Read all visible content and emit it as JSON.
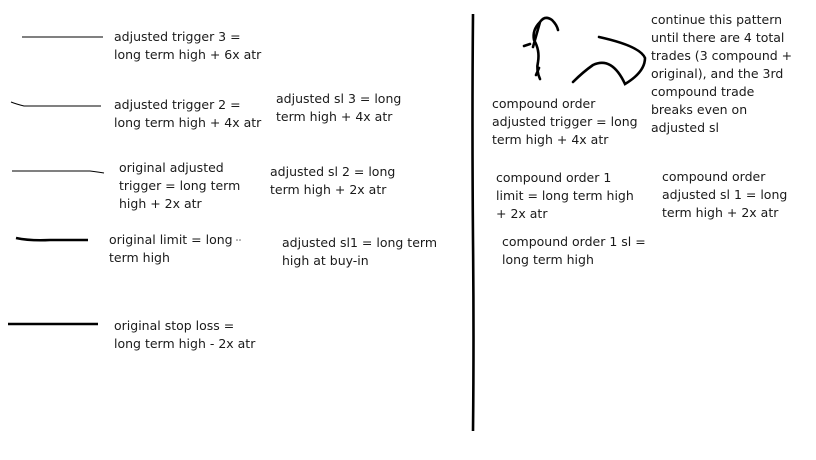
{
  "left": {
    "trigger3": "adjusted trigger 3 =\nlong term high + 6x atr",
    "trigger2": "adjusted trigger 2 =\nlong term high + 4x atr",
    "orig_trigger": "original adjusted\ntrigger = long term\nhigh + 2x atr",
    "orig_limit": "original limit = long\nterm high",
    "orig_sl": "original stop loss =\nlong term high - 2x atr"
  },
  "middle": {
    "sl3": "adjusted sl 3 = long\nterm high + 4x atr",
    "sl2": "adjusted sl 2 = long\nterm high + 2x atr",
    "sl1": "adjusted sl1 = long term\nhigh at buy-in"
  },
  "right": {
    "compound_trigger": "compound order\nadjusted trigger = long\nterm high + 4x atr",
    "compound_limit": "compound order 1\nlimit = long term high\n+ 2x atr",
    "compound_sl": "compound order 1 sl =\nlong term high",
    "compound_adjusted_sl": "compound order\nadjusted sl 1 =  long\nterm high + 2x atr",
    "note": "continue this pattern\nuntil there are 4 total\ntrades (3 compound +\noriginal), and the 3rd\ncompound trade\nbreaks even on\nadjusted sl"
  }
}
